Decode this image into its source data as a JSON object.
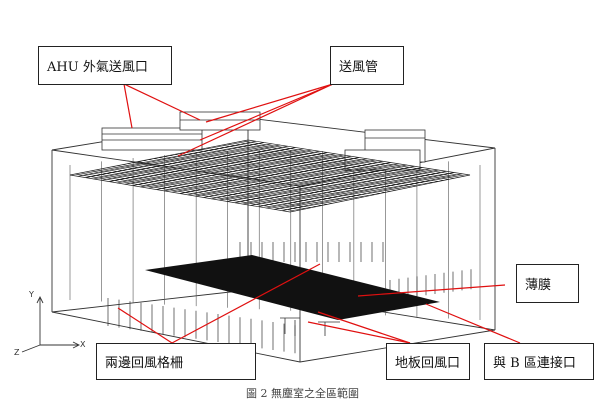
{
  "labels": {
    "ahu_supply": "AHU 外氣送風口",
    "supply_duct": "送風管",
    "membrane": "薄膜",
    "side_return_grille": "兩邊回風格柵",
    "floor_return": "地板回風口",
    "zone_b_interface": "與 B 區連接口"
  },
  "caption": "圖 2  無塵室之全區範圍",
  "axes": {
    "y": "Y",
    "x": "X",
    "z": "Z"
  },
  "colors": {
    "leader": "#e01010",
    "line": "#222222",
    "membrane": "#111111"
  }
}
